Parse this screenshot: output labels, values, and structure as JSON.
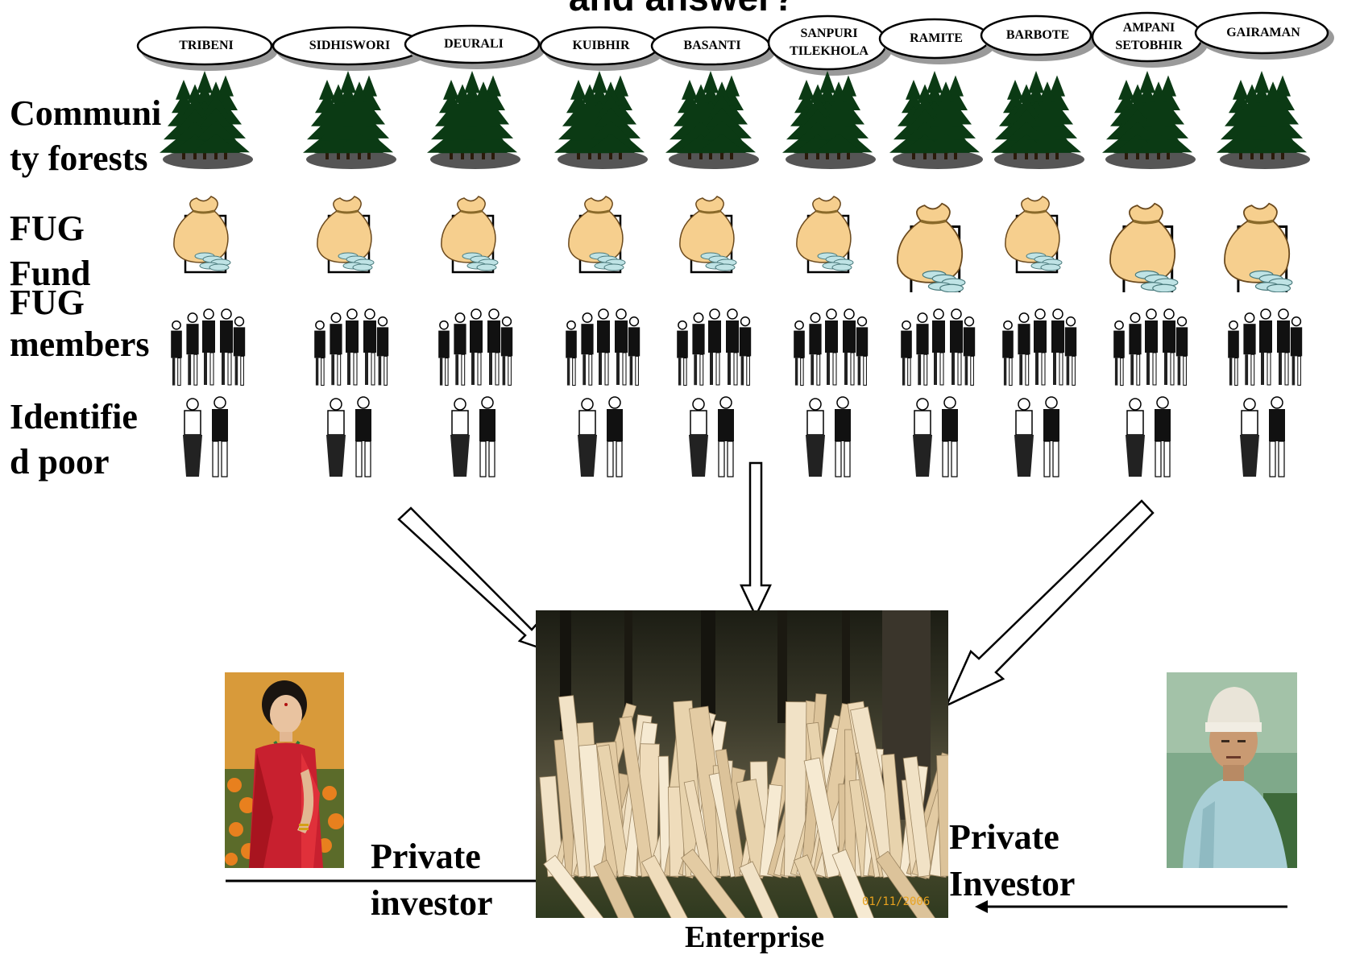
{
  "header": {
    "title_fragment": "and answer?"
  },
  "row_labels": {
    "community_forests": [
      "Communi",
      "ty forests"
    ],
    "fug_fund": [
      "FUG",
      "Fund"
    ],
    "fug_members": [
      "FUG",
      "members"
    ],
    "identified_poor": [
      "Identifie",
      "d poor"
    ]
  },
  "forest_groups": [
    "TRIBENI",
    "SIDHISWORI",
    "DEURALI",
    "KUIBHIR",
    "BASANTI",
    [
      "SANPURI",
      "TILEKHOLA"
    ],
    "RAMITE",
    "BARBOTE",
    [
      "AMPANI",
      "SETOBHIR"
    ],
    "GAIRAMAN"
  ],
  "enterprise": {
    "label": "Enterprise",
    "photo_date": "01/11/2006"
  },
  "investors": {
    "left": [
      "Private",
      "investor"
    ],
    "right": [
      "Private",
      "Investor"
    ]
  },
  "colors": {
    "tree": "#0b3a14",
    "tree_shadow": "#555555",
    "cloud_shadow": "#9a9a9a",
    "money_bag": "#f6cf8e",
    "coins": "#bfe3e5",
    "saree": "#c8202f",
    "shirt": "#a9cfd6"
  }
}
